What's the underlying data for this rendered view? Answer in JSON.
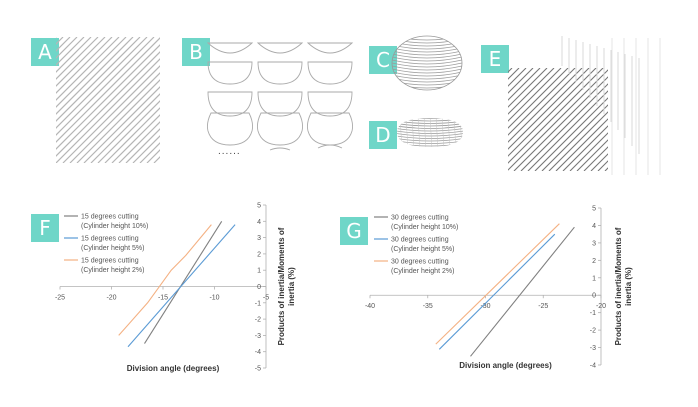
{
  "panels": [
    {
      "id": "A",
      "label": "A",
      "accent": "#6fd6c8"
    },
    {
      "id": "B",
      "label": "B",
      "accent": "#6fd6c8",
      "caption": "......"
    },
    {
      "id": "C",
      "label": "C",
      "accent": "#6fd6c8"
    },
    {
      "id": "D",
      "label": "D",
      "accent": "#6fd6c8"
    },
    {
      "id": "E",
      "label": "E",
      "accent": "#6fd6c8"
    },
    {
      "id": "F",
      "label": "F",
      "accent": "#6fd6c8"
    },
    {
      "id": "G",
      "label": "G",
      "accent": "#6fd6c8"
    }
  ],
  "chart_data": [
    {
      "type": "line",
      "panel": "F",
      "xlabel": "Division angle (degrees)",
      "ylabel": "Products of inertia/Moments of inertia (%)",
      "xlim": [
        -25,
        -5
      ],
      "ylim": [
        -5,
        5
      ],
      "x_ticks": [
        "-25",
        "-20",
        "-15",
        "-10",
        "-5"
      ],
      "y_ticks": [
        "-5",
        "-4",
        "-3",
        "-2",
        "-1",
        "0",
        "1",
        "2",
        "3",
        "4",
        "5"
      ],
      "legend_position": "top-left",
      "series": [
        {
          "name_line1": "15 degrees cutting",
          "name_line2": "(Cylinder height 10%)",
          "color": "#808080",
          "x": [
            -16.8,
            -9.3
          ],
          "y": [
            -3.5,
            4.0
          ]
        },
        {
          "name_line1": "15 degrees cutting",
          "name_line2": "(Cylinder height 5%)",
          "color": "#5b9bd5",
          "x": [
            -18.4,
            -8.0
          ],
          "y": [
            -3.7,
            3.8
          ]
        },
        {
          "name_line1": "15 degrees cutting",
          "name_line2": "(Cylinder height 2%)",
          "color": "#f4b183",
          "x": [
            -19.3,
            -16.5,
            -15.0,
            -14.2,
            -12.8,
            -10.3
          ],
          "y": [
            -3.0,
            -1.0,
            0.3,
            1.0,
            1.9,
            3.8
          ]
        }
      ]
    },
    {
      "type": "line",
      "panel": "G",
      "xlabel": "Division angle (degrees)",
      "ylabel": "Products of inertia/Moments of inertia (%)",
      "xlim": [
        -40,
        -20
      ],
      "ylim": [
        -4,
        5
      ],
      "x_ticks": [
        "-40",
        "-35",
        "-30",
        "-25",
        "-20"
      ],
      "y_ticks": [
        "-4",
        "-3",
        "-2",
        "-1",
        "0",
        "1",
        "2",
        "3",
        "4",
        "5"
      ],
      "legend_position": "top-left",
      "series": [
        {
          "name_line1": "30 degrees cutting",
          "name_line2": "(Cylinder height 10%)",
          "color": "#808080",
          "x": [
            -31.3,
            -22.3
          ],
          "y": [
            -3.5,
            3.9
          ]
        },
        {
          "name_line1": "30 degrees cutting",
          "name_line2": "(Cylinder height 5%)",
          "color": "#5b9bd5",
          "x": [
            -34.0,
            -24.0
          ],
          "y": [
            -3.1,
            3.5
          ]
        },
        {
          "name_line1": "30 degrees cutting",
          "name_line2": "(Cylinder height 2%)",
          "color": "#f4b183",
          "x": [
            -34.3,
            -23.6
          ],
          "y": [
            -2.8,
            4.1
          ]
        }
      ]
    }
  ]
}
